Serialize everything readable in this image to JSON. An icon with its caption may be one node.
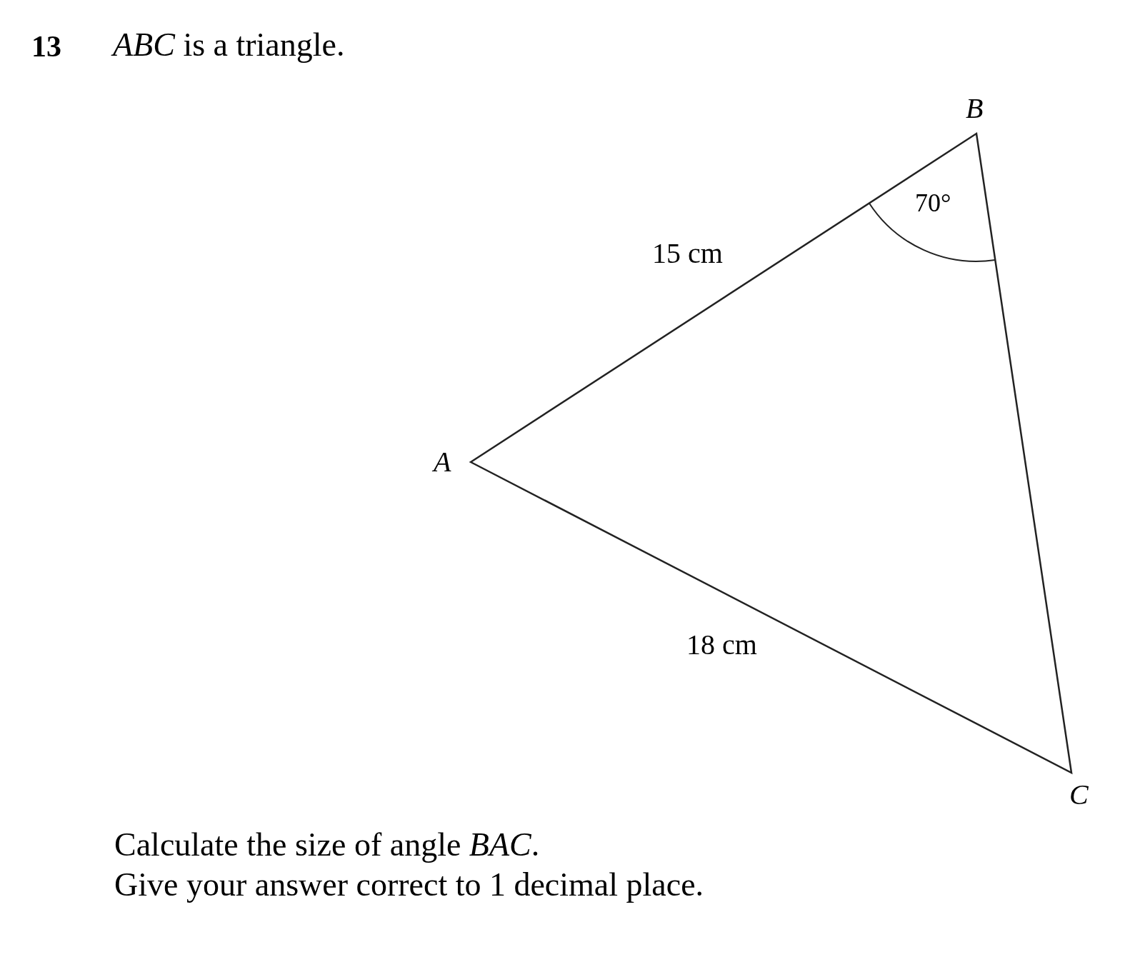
{
  "diagram": {
    "labels": [
      "13",
      "*ABC* is a triangle.",
      "B",
      "70°",
      "15 cm",
      "A",
      "18 cm",
      "C",
      "Calculate the size of angle *BAC*.",
      "Give your answer correct to 1 decimal place."
    ]
  }
}
